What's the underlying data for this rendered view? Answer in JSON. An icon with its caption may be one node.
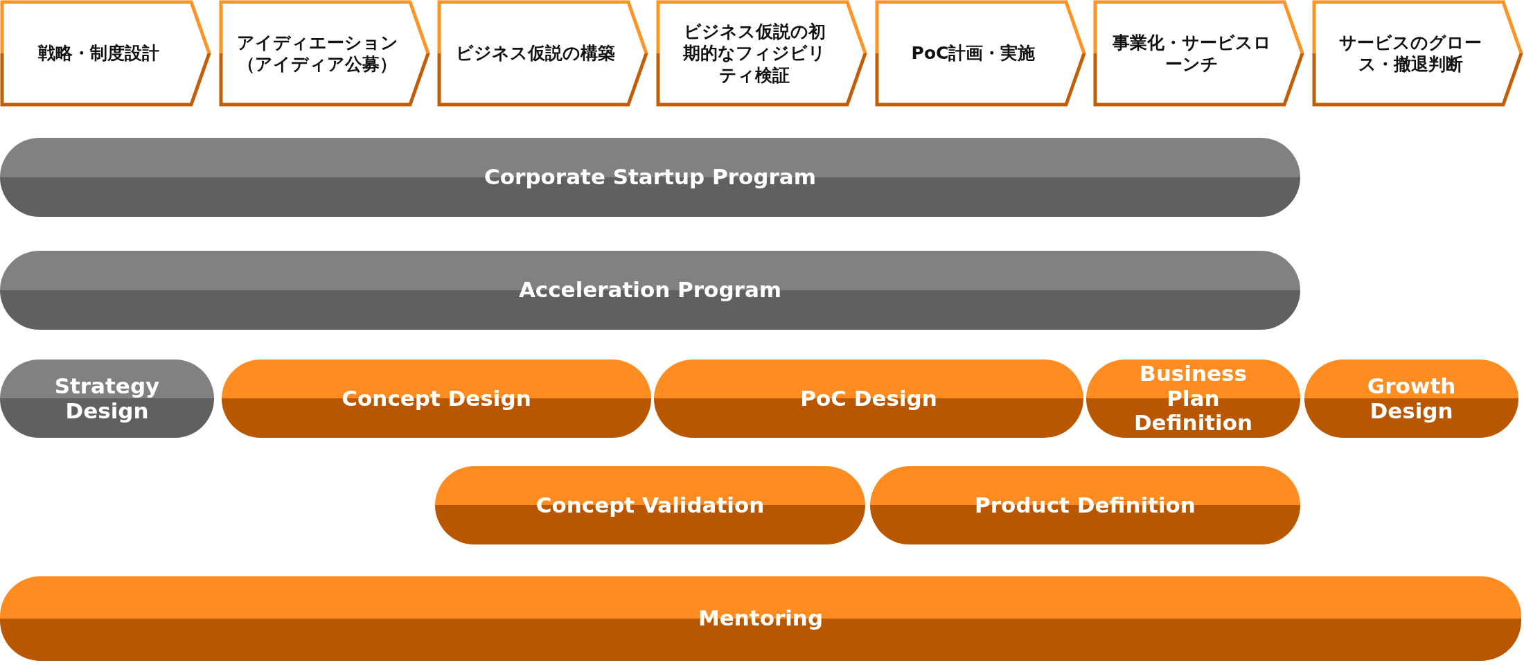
{
  "diagram": {
    "nodes": [
      {
        "text": [
          "戦略・制度設計"
        ]
      },
      {
        "text": [
          "アイディエーション（アイディア公募）"
        ]
      },
      {
        "text": [
          "ビジネス仮説の構築"
        ]
      },
      {
        "text": [
          "ビジネス仮説の初期的なフィジビリティ検証"
        ]
      },
      {
        "text": [
          "PoC計画・実施"
        ]
      },
      {
        "text": [
          "事業化・サービスローンチ"
        ]
      },
      {
        "text": [
          "サービスのグロース・撤退判断"
        ]
      },
      {
        "text": [
          "Corporate Startup Program"
        ]
      },
      {
        "text": [
          "Acceleration Program"
        ]
      },
      {
        "text": [
          "Strategy Design"
        ]
      },
      {
        "text": [
          "Concept Design"
        ]
      },
      {
        "text": [
          "PoC Design"
        ]
      },
      {
        "text": [
          "Business Plan Definition"
        ]
      },
      {
        "text": [
          "Growth Design"
        ]
      },
      {
        "text": [
          "Concept Validation"
        ]
      },
      {
        "text": [
          "Product Definition"
        ]
      },
      {
        "text": [
          "Mentoring"
        ]
      }
    ],
    "edges": []
  }
}
